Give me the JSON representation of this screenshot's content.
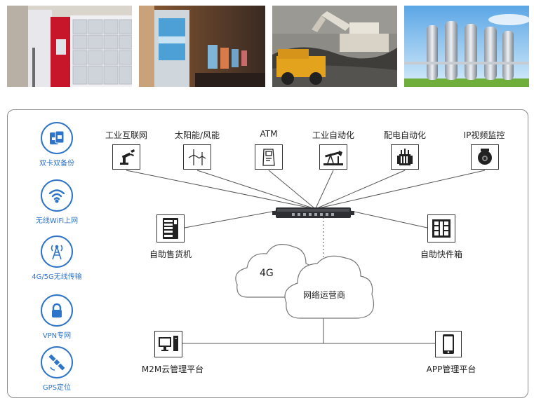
{
  "photos": [
    {
      "name": "parcel-locker-photo"
    },
    {
      "name": "display-kiosk-photo"
    },
    {
      "name": "mining-excavator-photo"
    },
    {
      "name": "pipeline-plant-photo"
    }
  ],
  "features": [
    {
      "label": "双卡双备份",
      "icon": "dual-sim-icon"
    },
    {
      "label": "无线WiFi上网",
      "icon": "wifi-icon"
    },
    {
      "label": "4G/5G无线传输",
      "icon": "antenna-tower-icon"
    },
    {
      "label": "VPN专网",
      "icon": "lock-icon"
    },
    {
      "label": "GPS定位",
      "icon": "satellite-icon"
    }
  ],
  "top_devices": [
    {
      "label": "工业互联网",
      "icon": "robot-arm-icon"
    },
    {
      "label": "太阳能/风能",
      "icon": "wind-turbine-icon"
    },
    {
      "label": "ATM",
      "icon": "atm-icon"
    },
    {
      "label": "工业自动化",
      "icon": "oil-pump-icon"
    },
    {
      "label": "配电自动化",
      "icon": "transformer-icon"
    },
    {
      "label": "IP视频监控",
      "icon": "dome-camera-icon"
    }
  ],
  "side_devices": {
    "left": {
      "label": "自助售货机",
      "icon": "vending-machine-icon"
    },
    "right": {
      "label": "自助快件箱",
      "icon": "locker-icon"
    }
  },
  "cloud": {
    "label_4g": "4G",
    "label_operator": "网络运营商"
  },
  "bottom_devices": {
    "left": {
      "label": "M2M云管理平台",
      "icon": "desktop-computer-icon"
    },
    "right": {
      "label": "APP管理平台",
      "icon": "smartphone-icon"
    }
  },
  "colors": {
    "accent": "#2e74c8",
    "line": "#555555",
    "border": "#8a8a8a"
  }
}
